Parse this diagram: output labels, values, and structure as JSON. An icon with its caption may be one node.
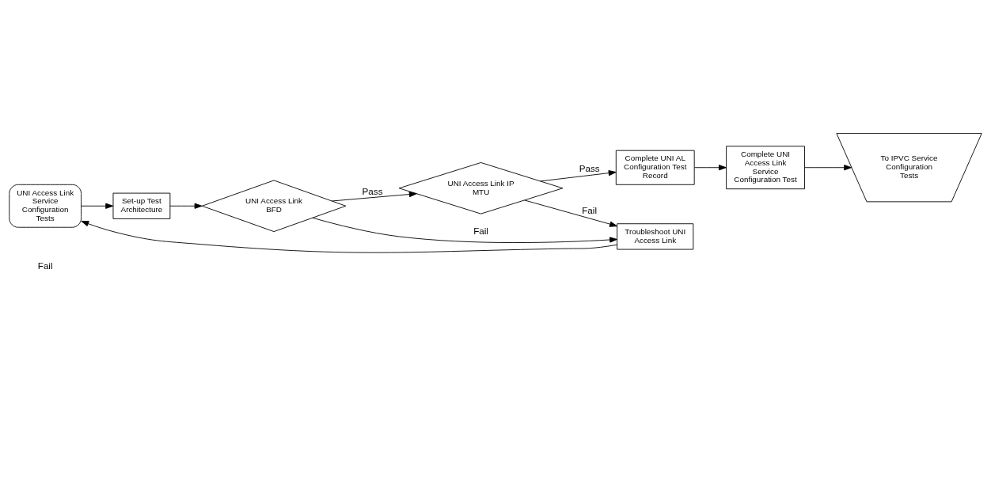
{
  "diagram": {
    "nodes": [
      {
        "text": [
          "UNI Access Link Service Configuration Tests"
        ]
      },
      {
        "text": [
          "Set-up Test Architecture"
        ]
      },
      {
        "text": [
          "UNI Access Link BFD"
        ]
      },
      {
        "text": [
          "UNI Access Link IP MTU"
        ]
      },
      {
        "text": [
          "Troubleshoot UNI Access Link"
        ]
      },
      {
        "text": [
          "Complete UNI AL Configuration Test Record"
        ]
      },
      {
        "text": [
          "Complete UNI Access Link Service Configuration Test"
        ]
      },
      {
        "text": [
          "To IPVC Service Configuration Tests"
        ]
      }
    ],
    "edges": [
      {
        "from": 0,
        "to": 1,
        "arrow": "to"
      },
      {
        "from": 1,
        "to": 2,
        "arrow": "to"
      },
      {
        "from": 2,
        "to": 3,
        "arrow": "to",
        "label": "Pass"
      },
      {
        "from": 2,
        "to": 4,
        "arrow": "to",
        "label": "Fail"
      },
      {
        "from": 3,
        "to": 4,
        "arrow": "to",
        "label": "Fail"
      },
      {
        "from": 3,
        "to": 5,
        "arrow": "to",
        "label": "Pass"
      },
      {
        "from": 4,
        "to": 0,
        "arrow": "to"
      },
      {
        "from": 5,
        "to": 6,
        "arrow": "to"
      },
      {
        "from": 6,
        "to": 7,
        "arrow": "to"
      }
    ],
    "labels": [
      "Fail"
    ]
  }
}
